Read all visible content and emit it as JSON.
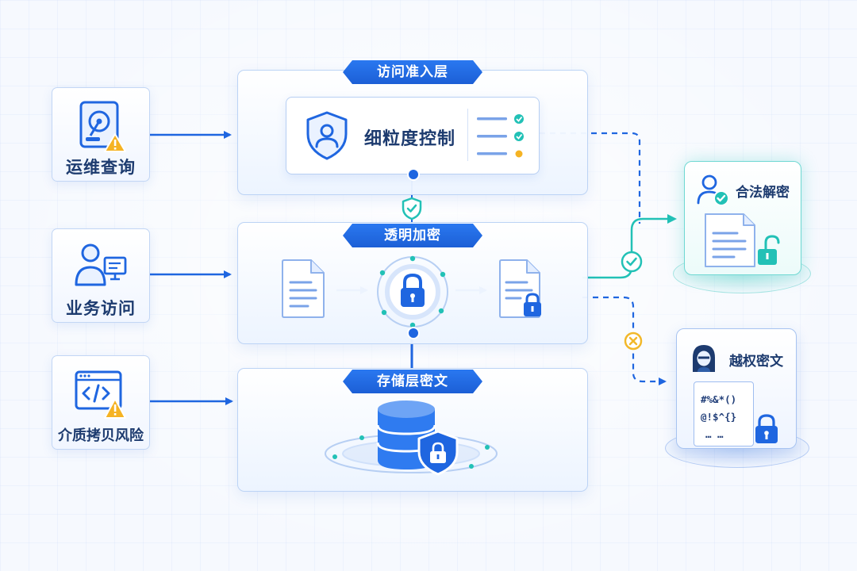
{
  "risks": [
    {
      "label": "运维查询",
      "icon": "hard-disk-warning-icon"
    },
    {
      "label": "业务访问",
      "icon": "user-monitor-icon"
    },
    {
      "label": "介质拷贝风险",
      "icon": "code-window-warning-icon"
    }
  ],
  "layers": {
    "access": {
      "title": "访问准入层",
      "control_label": "细粒度控制"
    },
    "encrypt": {
      "title": "透明加密"
    },
    "storage": {
      "title": "存储层密文"
    }
  },
  "outcomes": {
    "legal": {
      "label": "合法解密"
    },
    "illegal": {
      "label": "越权密文",
      "cipher_lines": [
        "#%&*()",
        "@!$^{}",
        "… …"
      ]
    }
  },
  "colors": {
    "primary": "#1f66e0",
    "teal": "#22c1b6",
    "warning": "#f5b323",
    "deny": "#f2b82a",
    "text": "#1d3b6f"
  }
}
